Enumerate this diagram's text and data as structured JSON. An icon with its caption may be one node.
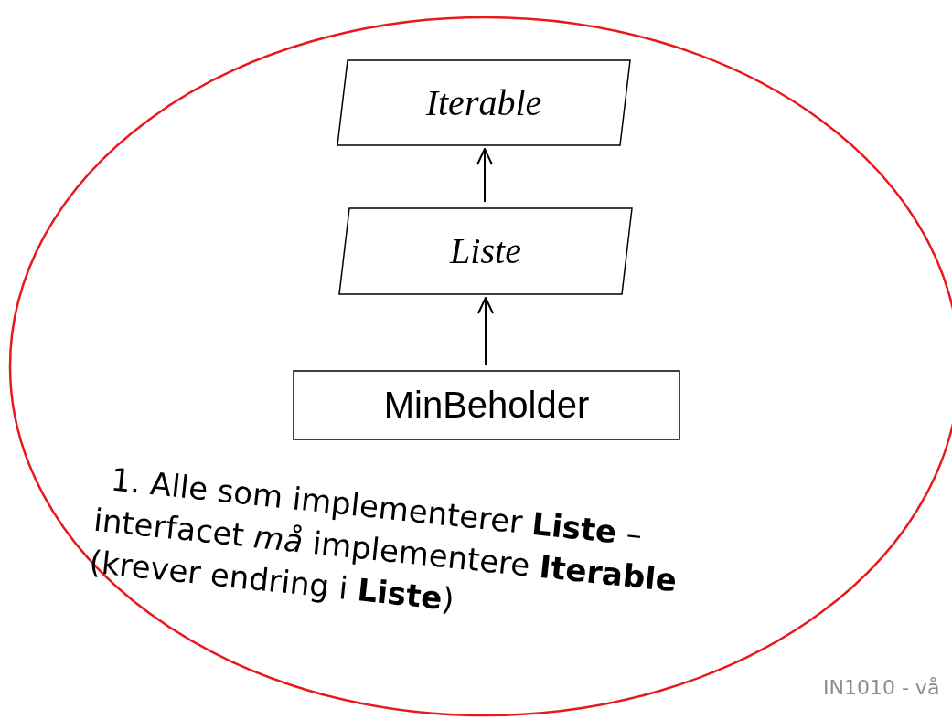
{
  "diagram": {
    "nodes": [
      {
        "text": [
          "1. Alle som implementerer **Liste** – interfacet *må* implementere **Iterable** (krever endring i **Liste**)"
        ]
      },
      {
        "text": [
          "Iterable"
        ],
        "in": 0
      },
      {
        "text": [
          "Liste"
        ],
        "in": 0
      },
      {
        "text": [
          "MinBeholder"
        ],
        "in": 0
      }
    ],
    "edges": [
      {
        "from": 3,
        "to": 2,
        "arrow": "to"
      },
      {
        "from": 2,
        "to": 1,
        "arrow": "to"
      }
    ],
    "labels": [
      "IN1010 - vå"
    ]
  }
}
